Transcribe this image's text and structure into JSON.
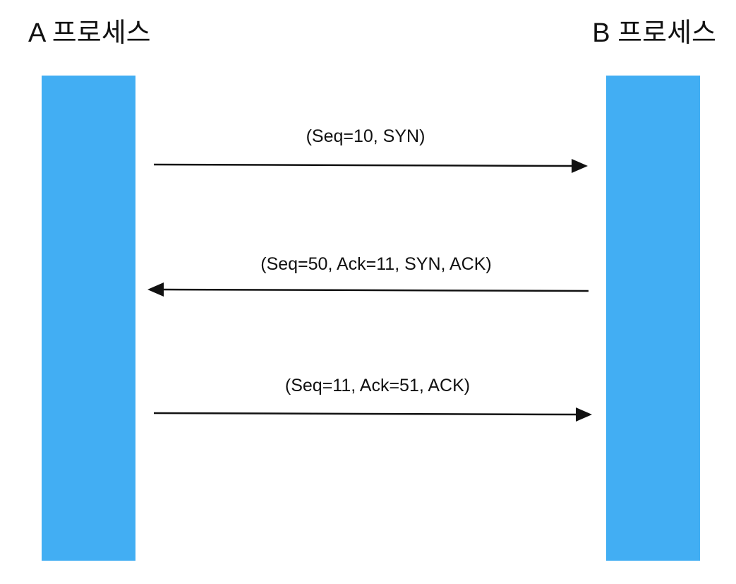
{
  "processes": {
    "a": {
      "title": "A 프로세스",
      "color": "#42aef3"
    },
    "b": {
      "title": "B 프로세스",
      "color": "#42aef3"
    }
  },
  "messages": [
    {
      "label": "(Seq=10, SYN)",
      "from": "A",
      "to": "B"
    },
    {
      "label": "(Seq=50, Ack=11, SYN, ACK)",
      "from": "B",
      "to": "A"
    },
    {
      "label": "(Seq=11, Ack=51, ACK)",
      "from": "A",
      "to": "B"
    }
  ],
  "colors": {
    "lane": "#42aef3",
    "arrow": "#111111",
    "text": "#111111"
  }
}
